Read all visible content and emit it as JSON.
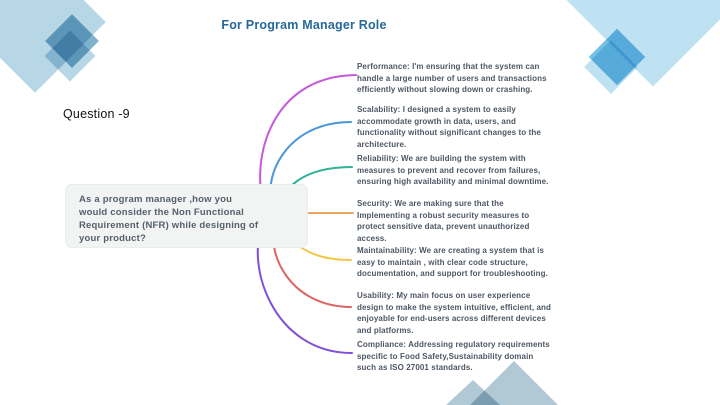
{
  "slide": {
    "title": "For Program Manager Role",
    "question_label": "Question -9",
    "center_question": "As a program manager  ,how you\nwould consider the Non Functional\nRequirement (NFR) while designing of\nyour product?",
    "colors": {
      "title": "#26699a",
      "body_text": "#4d5764",
      "center_box_bg": "#f2f3f3",
      "decor_light_blue": "#b7d6e6",
      "decor_mid_blue": "#7fb2cc",
      "decor_sky_blue": "#73c1e6",
      "decor_gray_blue": "#b1c8d5"
    }
  },
  "branches": [
    {
      "name": "performance",
      "color": "#c558dc",
      "text": "Performance: I'm ensuring that the system can\nhandle a large number of users and transactions\nefficiently without slowing down or crashing."
    },
    {
      "name": "scalability",
      "color": "#4b96d8",
      "text": "Scalability: I designed a system to easily\naccommodate growth in data, users, and\nfunctionality without significant changes to the\narchitecture."
    },
    {
      "name": "reliability",
      "color": "#2eb398",
      "text": "Reliability: We are building the system with\nmeasures to prevent and recover from failures,\nensuring high availability and minimal downtime."
    },
    {
      "name": "security",
      "color": "#eba55f",
      "text": "Security: We are making sure that the\nImplementing a robust security measures to\nprotect sensitive data, prevent unauthorized\naccess."
    },
    {
      "name": "maintainability",
      "color": "#f3c644",
      "text": "Maintainability: We are creating a system that is\neasy to maintain , with clear code structure,\ndocumentation, and support for troubleshooting."
    },
    {
      "name": "usability",
      "color": "#dd6464",
      "text": "Usability: My main focus on user experience\ndesign to make the system intuitive, efficient, and\nenjoyable for end-users across different devices\nand platforms."
    },
    {
      "name": "compliance",
      "color": "#8050d8",
      "text": "Compliance: Addressing regulatory requirements\nspecific to Food Safety,Sustainability domain\nsuch as ISO 27001 standards."
    }
  ]
}
